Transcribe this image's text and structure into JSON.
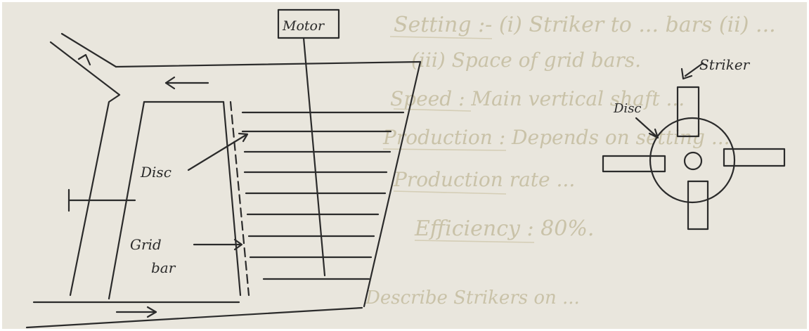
{
  "paper": {
    "color": "#e9e6dd",
    "ink_color": "#2b2b2b",
    "bleed_color": "#c9c2a8"
  },
  "labels": {
    "motor": "Motor",
    "disc_left": "Disc",
    "grid_bar_line1": "Grid",
    "grid_bar_line2": "bar",
    "striker": "Striker",
    "disc_right": "Disc"
  },
  "bleed_text": {
    "line1": "Setting :- (i) Striker to ... bars (ii) ...",
    "line2": "(iii) Space of grid bars.",
    "line3": "Speed : Main vertical shaft ...",
    "line4": "Production : Depends on setting ...",
    "line5": "Production rate ...",
    "line6": "Efficiency : 80%.",
    "line7": "Describe Strikers on ..."
  }
}
